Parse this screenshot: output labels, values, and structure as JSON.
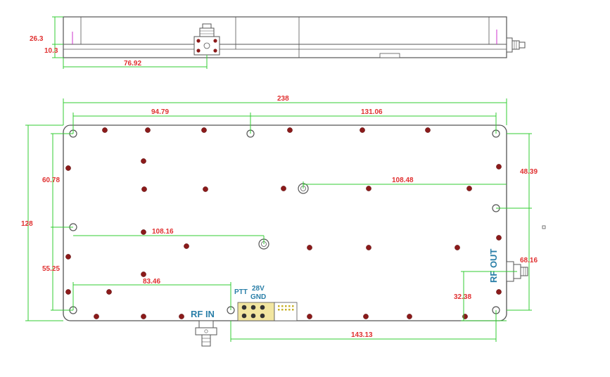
{
  "labels": {
    "rf_in": "RF IN",
    "rf_out": "RF OUT",
    "ptt": "PTT",
    "v28": "28V",
    "gnd": "GND"
  },
  "dimensions": {
    "side_height": "26.3",
    "side_flange": "10.3",
    "side_connector_offset": "76.92",
    "overall_length": "238",
    "top_left_to_mid_hole": "94.79",
    "mid_hole_to_right": "131.06",
    "overall_height": "128",
    "left_upper": "60.78",
    "left_lower": "55.25",
    "hole1_offset": "108.48",
    "hole2_offset": "108.16",
    "right_upper": "48.39",
    "right_lower": "68.16",
    "rf_in_offset": "83.46",
    "rf_out_height": "32.38",
    "bottom_offset": "143.13"
  },
  "colors": {
    "outline": "#555555",
    "dimension": "#33cc33",
    "dimension_text": "#e03030",
    "label": "#2a7fa8",
    "screw": "#8b1a1a",
    "connector_pad": "#f2e6a0"
  }
}
